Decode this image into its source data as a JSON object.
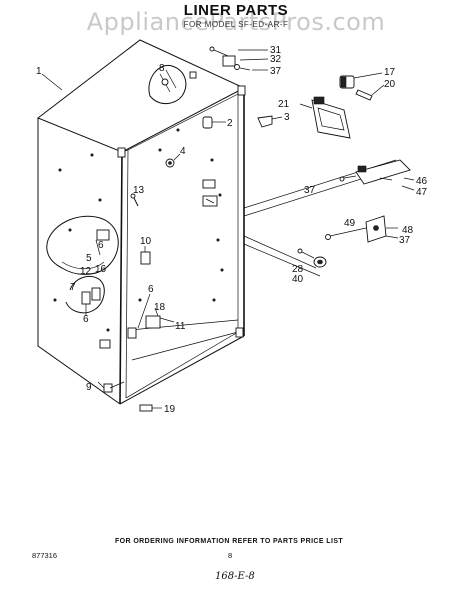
{
  "page": {
    "title": "LINER PARTS",
    "watermark": "AppliancePartsPros.com",
    "model_line": "FOR MODEL SF-ED-AR-F",
    "footer_text": "FOR ORDERING INFORMATION REFER TO PARTS PRICE LIST",
    "doc_number": "877316",
    "page_number": "8",
    "handwritten_note": "168-E-8"
  },
  "callouts": {
    "c1": "1",
    "c2": "2",
    "c3": "3",
    "c4": "4",
    "c5": "5",
    "c6a": "6",
    "c6b": "6",
    "c6c": "6",
    "c7": "7",
    "c8": "8",
    "c9": "9",
    "c10": "10",
    "c11": "11",
    "c12": "12",
    "c13": "13",
    "c16": "16",
    "c17": "17",
    "c18": "18",
    "c19": "19",
    "c20": "20",
    "c21": "21",
    "c28": "28",
    "c31": "31",
    "c32": "32",
    "c37a": "37",
    "c37b": "37",
    "c37c": "37",
    "c40": "40",
    "c46": "46",
    "c47": "47",
    "c48": "48",
    "c49": "49"
  }
}
